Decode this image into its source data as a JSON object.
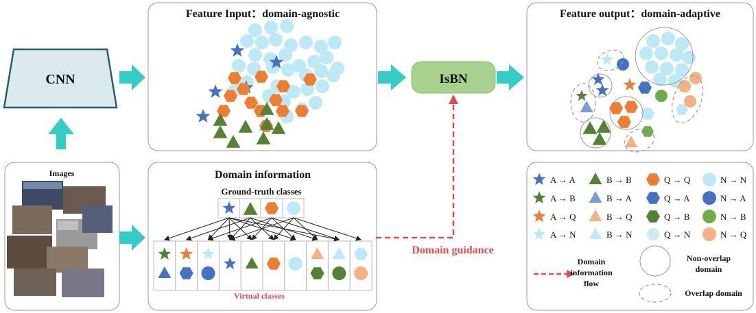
{
  "cnn_label": "CNN",
  "isbn_label": "IsBN",
  "images_panel": {
    "title": "Images"
  },
  "feature_input": {
    "title": "Feature Input：domain-agnostic"
  },
  "feature_output": {
    "title": "Feature output：domain-adaptive"
  },
  "domain_info": {
    "title": "Domain information",
    "gt_title": "Ground-truth classes",
    "virtual_title": "Virtual classes"
  },
  "guidance_label": "Domain guidance",
  "legend": {
    "rows": [
      [
        "A → A",
        "B → B",
        "Q → Q",
        "N → N"
      ],
      [
        "A → B",
        "B → A",
        "Q → A",
        "N → A"
      ],
      [
        "A → Q",
        "B → Q",
        "Q → B",
        "N → B"
      ],
      [
        "A → N",
        "B → N",
        "Q → N",
        "N → Q"
      ]
    ],
    "flow_label": [
      "Domain",
      "information",
      "flow"
    ],
    "non_overlap_label": [
      "Non-overlap",
      "domain"
    ],
    "overlap_label": "Overlap domain"
  },
  "colors": {
    "A": "#4472c4",
    "B": "#548235",
    "Q": "#ed7d31",
    "N": "#bde8f6",
    "A_Q": "#f4b183",
    "B_A": "#7b9cd8",
    "Q_N": "#cdeaf7",
    "N_B": "#70ad47",
    "arrow": "#33ccc6",
    "isbn": "#a9d18e",
    "cnn": "#dae9ec",
    "guidance": "#e34a4a"
  }
}
